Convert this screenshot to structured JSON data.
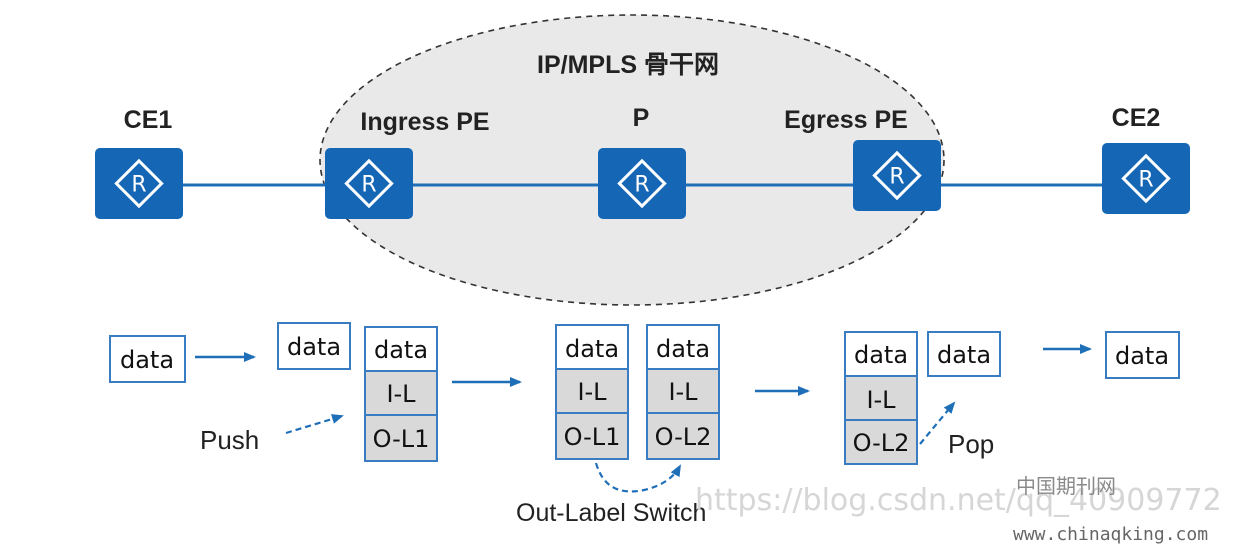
{
  "backbone_label": "IP/MPLS 骨干网",
  "routers": {
    "ce1": {
      "label": "CE1",
      "icon": "router-icon",
      "glyph": "R"
    },
    "ingress": {
      "label": "Ingress PE",
      "icon": "router-icon",
      "glyph": "R"
    },
    "p": {
      "label": "P",
      "icon": "router-icon",
      "glyph": "R"
    },
    "egress": {
      "label": "Egress PE",
      "icon": "router-icon",
      "glyph": "R"
    },
    "ce2": {
      "label": "CE2",
      "icon": "router-icon",
      "glyph": "R"
    }
  },
  "packets": {
    "data": "data",
    "inner_label": "I-L",
    "outer_label_1": "O-L1",
    "outer_label_2": "O-L2"
  },
  "operations": {
    "push": "Push",
    "swap": "Out-Label Switch",
    "pop": "Pop"
  },
  "watermarks": {
    "csdn": "https://blog.csdn.net/qq_40909772",
    "journal": "中国期刊网",
    "site": "www.chinaqking.com"
  },
  "colors": {
    "router": "#1566b4",
    "link": "#1f6fb8",
    "arrow": "#1f6fb8",
    "label_cell": "#d9d9d9",
    "box_border": "#3a7cc2"
  }
}
